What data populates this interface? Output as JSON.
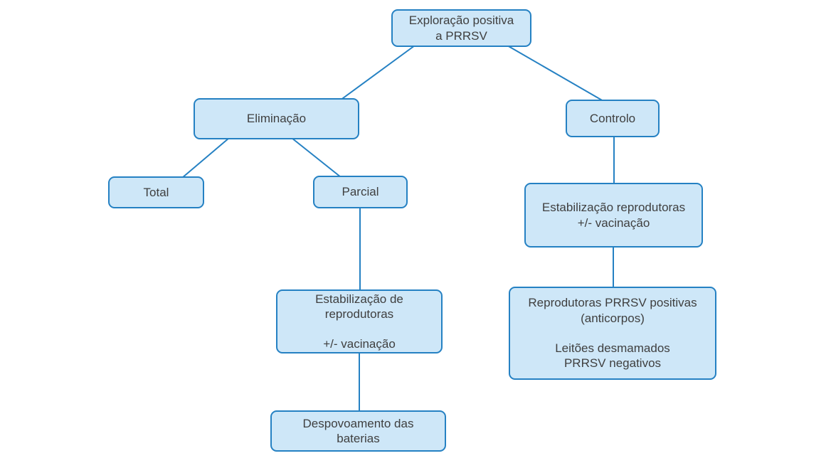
{
  "diagram": {
    "nodes": {
      "root": "Exploração positiva\na PRRSV",
      "eliminacao": "Eliminação",
      "controlo": "Controlo",
      "total": "Total",
      "parcial": "Parcial",
      "estabilizacao_controlo": "Estabilização reprodutoras\n+/- vacinação",
      "estabilizacao_parcial": "Estabilização de\nreprodutoras\n\n+/- vacinação",
      "reprodutoras": "Reprodutoras PRRSV positivas\n(anticorpos)\n\nLeitões desmamados\nPRRSV negativos",
      "despovoamento": "Despovoamento das\nbaterias"
    },
    "colors": {
      "node_fill": "#cee7f8",
      "node_border": "#2581c3",
      "connector": "#2581c3",
      "text": "#3f3f3f",
      "background": "#ffffff"
    }
  }
}
